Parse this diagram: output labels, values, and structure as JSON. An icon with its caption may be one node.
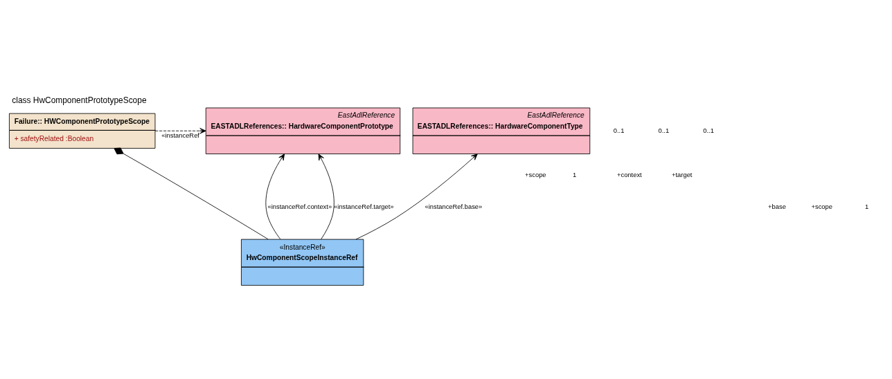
{
  "diagram": {
    "title": "class HwComponentPrototypeScope",
    "nodes": [
      {
        "text": [
          "Failure:: HWComponentPrototypeScope",
          "+ safetyRelated :Boolean"
        ]
      },
      {
        "text": [
          "EastAdlReference",
          "EASTADLReferences:: HardwareComponentPrototype"
        ]
      },
      {
        "text": [
          "EastAdlReference",
          "EASTADLReferences:: HardwareComponentType"
        ]
      },
      {
        "text": [
          "«InstanceRef»",
          "HwComponentScopeInstanceRef"
        ]
      }
    ],
    "edges": [
      {
        "from": 0,
        "to": 1,
        "arrow": "to",
        "style": "dashed",
        "label": "«instanceRef"
      },
      {
        "from": 0,
        "to": 3,
        "arrow": "other"
      },
      {
        "from": 3,
        "to": 1,
        "arrow": "to",
        "label": "«instanceRef.context»"
      },
      {
        "from": 3,
        "to": 1,
        "arrow": "to",
        "label": "«instanceRef.target»"
      },
      {
        "from": 3,
        "to": 2,
        "arrow": "to",
        "label": "«instanceRef.base»"
      }
    ],
    "labels": [
      "+scope",
      "1",
      "0..1",
      "+context",
      "0..1",
      "+target",
      "0..1",
      "+base",
      "+scope",
      "1"
    ]
  }
}
